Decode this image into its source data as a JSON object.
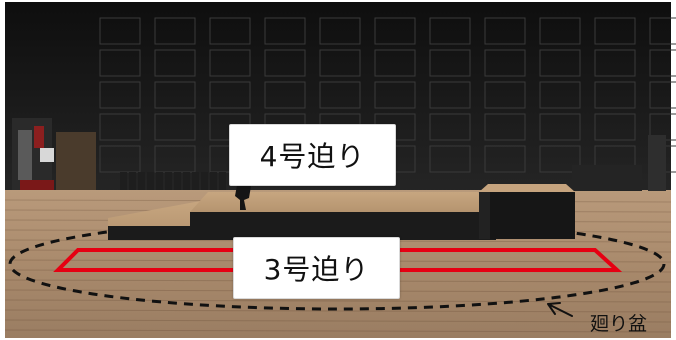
{
  "labels": {
    "trap4": "4号迫り",
    "trap3": "3号迫り",
    "turntable": "廻り盆"
  },
  "colors": {
    "backdrop": "#141414",
    "floor": "#a7896b",
    "platform_top": "#c9a780",
    "platform_side": "#1b1b1b",
    "trap_outline": "#e60012",
    "turntable_outline": "#111111"
  },
  "icons": [
    "turntable-pointer-arrow"
  ]
}
